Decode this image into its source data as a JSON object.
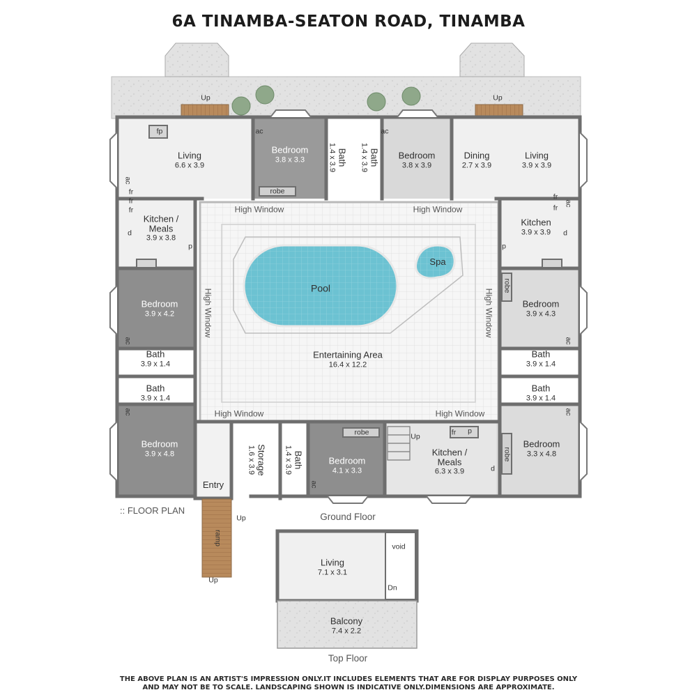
{
  "title": "6A TINAMBA-SEATON ROAD, TINAMBA",
  "floor_plan_label": ":: FLOOR PLAN",
  "floors": {
    "ground": "Ground Floor",
    "top": "Top Floor"
  },
  "rooms": {
    "living_west": {
      "name": "Living",
      "dim": "6.6 x 3.9"
    },
    "bedroom_nw": {
      "name": "Bedroom",
      "dim": "3.8 x 3.3"
    },
    "bath_n1": {
      "name": "Bath",
      "dim": "1.4 x 3.9"
    },
    "bath_n2": {
      "name": "Bath",
      "dim": "1.4 x 3.9"
    },
    "bedroom_n": {
      "name": "Bedroom",
      "dim": "3.8 x 3.9"
    },
    "dining": {
      "name": "Dining",
      "dim": "2.7 x 3.9"
    },
    "living_east": {
      "name": "Living",
      "dim": "3.9 x 3.9"
    },
    "kitchen_meals_w": {
      "name": "Kitchen /\nMeals",
      "dim": "3.9 x 3.8"
    },
    "kitchen_e": {
      "name": "Kitchen",
      "dim": "3.9 x 3.9"
    },
    "pool": {
      "name": "Pool"
    },
    "spa": {
      "name": "Spa"
    },
    "entertaining": {
      "name": "Entertaining Area",
      "dim": "16.4 x 12.2"
    },
    "bedroom_w1": {
      "name": "Bedroom",
      "dim": "3.9 x 4.2"
    },
    "bedroom_e1": {
      "name": "Bedroom",
      "dim": "3.9 x 4.3"
    },
    "bath_w1": {
      "name": "Bath",
      "dim": "3.9 x 1.4"
    },
    "bath_w2": {
      "name": "Bath",
      "dim": "3.9 x 1.4"
    },
    "bath_e1": {
      "name": "Bath",
      "dim": "3.9 x 1.4"
    },
    "bath_e2": {
      "name": "Bath",
      "dim": "3.9 x 1.4"
    },
    "bedroom_sw": {
      "name": "Bedroom",
      "dim": "3.9 x 4.8"
    },
    "storage": {
      "name": "Storage",
      "dim": "1.6 x 3.9"
    },
    "bath_s": {
      "name": "Bath",
      "dim": "1.4 x 3.9"
    },
    "bedroom_s": {
      "name": "Bedroom",
      "dim": "4.1 x 3.3"
    },
    "kitchen_meals_s": {
      "name": "Kitchen /\nMeals",
      "dim": "6.3 x 3.9"
    },
    "bedroom_se": {
      "name": "Bedroom",
      "dim": "3.3 x 4.8"
    },
    "entry": {
      "name": "Entry"
    },
    "living_top": {
      "name": "Living",
      "dim": "7.1 x 3.1"
    },
    "balcony": {
      "name": "Balcony",
      "dim": "7.4 x 2.2"
    }
  },
  "labels": {
    "high_window": "High Window",
    "up": "Up",
    "dn": "Dn",
    "ramp": "ramp",
    "void": "void",
    "robe": "robe",
    "fp": "fp",
    "ac": "ac",
    "fr": "fr",
    "d": "d",
    "p": "p"
  },
  "disclaimer": {
    "line1": "THE ABOVE PLAN IS AN ARTIST'S IMPRESSION ONLY.IT INCLUDES ELEMENTS THAT ARE FOR DISPLAY PURPOSES ONLY",
    "line2": "AND MAY NOT BE TO SCALE. LANDSCAPING SHOWN IS INDICATIVE ONLY.DIMENSIONS ARE APPROXIMATE."
  },
  "colors": {
    "wall": "#6e6e6e",
    "floor_light": "#ededed",
    "floor_dark": "#8a8a8a",
    "floor_mid": "#cfcfcf",
    "water": "#6fc3d2",
    "deck": "#b5865a",
    "plant": "#8fa88a"
  }
}
